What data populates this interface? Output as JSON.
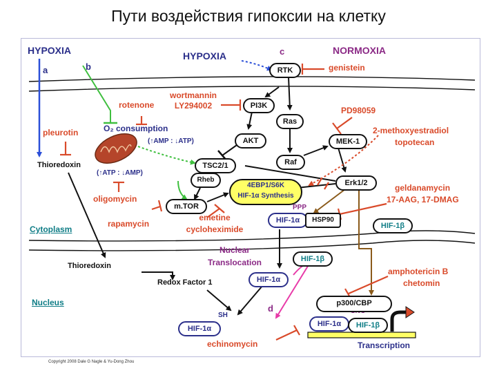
{
  "title": "Пути воздействия гипоксии на клетку",
  "panel_letters": {
    "a": "a",
    "b": "b",
    "c": "c",
    "d": "d"
  },
  "conditions": {
    "hypoxia_left": "HYPOXIA",
    "hypoxia_center": "HYPOXIA",
    "normoxia": "NORMOXIA"
  },
  "compartments": {
    "cytoplasm": "Cytoplasm",
    "nucleus": "Nucleus"
  },
  "nodes": {
    "rtk": "RTK",
    "pi3k": "PI3K",
    "ras": "Ras",
    "akt": "AKT",
    "raf": "Raf",
    "mek1": "MEK-1",
    "tsc21": "TSC2/1",
    "rheb": "Rheb",
    "erk12": "Erk1/2",
    "mtor": "m.TOR",
    "p300cbp": "p300/CBP",
    "hsp90": "HSP90",
    "synthesis_line1": "4EBP1/S6K",
    "synthesis_line2": "HIF-1α Synthesis",
    "hif1a_cyto": "HIF-1α",
    "hif1a_redox": "HIF-1α",
    "hif1a_sh": "HIF-1α",
    "hif1a_tx": "HIF-1α",
    "hif1b_cyto": "HIF-1β",
    "hif1b_nuc": "HIF-1β",
    "hif1b_tx": "HIF-1β"
  },
  "inhibitors": {
    "genistein": "genistein",
    "wortmannin": "wortmannin",
    "ly294002": "LY294002",
    "rotenone": "rotenone",
    "pd98059": "PD98059",
    "methoxyestradiol": "2-methoxyestradiol",
    "topotecan": "topotecan",
    "pleurotin": "pleurotin",
    "oligomycin": "oligomycin",
    "geldanamycin": "geldanamycin",
    "aag_dmag": "17-AAG, 17-DMAG",
    "rapamycin": "rapamycin",
    "emetine": "emetine",
    "cycloheximide": "cycloheximide",
    "amphotericin": "amphotericin B",
    "chetomin": "chetomin",
    "echinomycin": "echinomycin"
  },
  "labels": {
    "o2_consumption": "O₂ consumption",
    "amp_atp_up": "(↑AMP : ↓ATP)",
    "atp_amp_up": "(↑ATP : ↓AMP)",
    "thioredoxin_top": "Thioredoxin",
    "thioredoxin_mid": "Thioredoxin",
    "redox_factor": "Redox Factor 1",
    "nuclear_line1": "Nuclear",
    "nuclear_line2": "Translocation",
    "ppp": "PPP",
    "sh": "SH",
    "sno": "SNO",
    "transcription": "Transcription"
  },
  "copyright": "Copyright 2008 Dale G Nagle & Yu-Dong Zhou",
  "colors": {
    "navy": "#2b2f8a",
    "red": "#d94a2a",
    "purple": "#8b2a86",
    "teal": "#0f7d86",
    "green": "#3fbf3f",
    "pink": "#e83aa8",
    "brown": "#8a5a1a",
    "yellow": "#ffff66"
  }
}
